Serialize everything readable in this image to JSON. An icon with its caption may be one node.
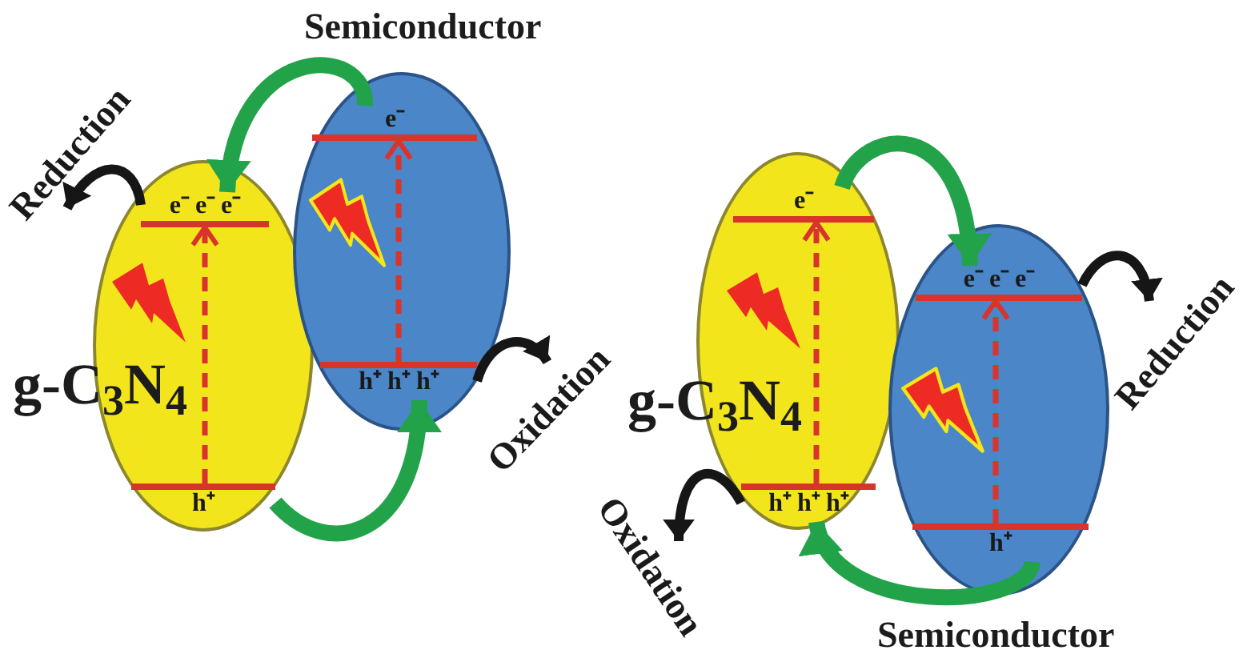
{
  "diagram": {
    "nodes": [
      {
        "text": [
          "Semiconductor"
        ]
      },
      {
        "text": [
          "e⁻"
        ],
        "in": 0
      },
      {
        "text": [
          "g-C$_{3}$N$_{4}$"
        ]
      },
      {
        "text": [
          "e⁻ e⁻ e⁻"
        ],
        "in": 2
      },
      {
        "text": [
          "h⁺ h⁺ h⁺"
        ],
        "in": 0
      },
      {
        "text": [
          "h⁺"
        ],
        "in": 2
      },
      {
        "text": [
          "g-C$_{3}$N$_{4}$"
        ]
      },
      {
        "text": [
          "e⁻"
        ],
        "in": 6
      },
      {
        "text": [
          "Semiconductor"
        ]
      },
      {
        "text": [
          "e⁻ e⁻ e⁻"
        ],
        "in": 8
      },
      {
        "text": [
          "h⁺ h⁺ h⁺"
        ],
        "in": 6
      },
      {
        "text": [
          "h⁺"
        ],
        "in": 8
      }
    ],
    "edges": [
      {
        "from": 5,
        "to": 3,
        "arrow": "to",
        "style": "dashed",
        "color": "#d8342c"
      },
      {
        "from": 4,
        "to": 1,
        "arrow": "to",
        "style": "dashed",
        "color": "#d8342c"
      },
      {
        "from": 1,
        "to": 3,
        "arrow": "to",
        "color": "#22a34a"
      },
      {
        "from": 5,
        "to": 4,
        "arrow": "to",
        "color": "#22a34a"
      },
      {
        "from": 3,
        "to": null,
        "arrow": "to",
        "color": "#161616",
        "label": "Reduction"
      },
      {
        "from": 4,
        "to": null,
        "arrow": "to",
        "color": "#161616",
        "label": "Oxidation"
      },
      {
        "from": 10,
        "to": 7,
        "arrow": "to",
        "style": "dashed",
        "color": "#d8342c"
      },
      {
        "from": 11,
        "to": 9,
        "arrow": "to",
        "style": "dashed",
        "color": "#d8342c"
      },
      {
        "from": 7,
        "to": 9,
        "arrow": "to",
        "color": "#22a34a"
      },
      {
        "from": 11,
        "to": 10,
        "arrow": "to",
        "color": "#22a34a"
      },
      {
        "from": 9,
        "to": null,
        "arrow": "to",
        "color": "#161616",
        "label": "Reduction"
      },
      {
        "from": 10,
        "to": null,
        "arrow": "to",
        "color": "#161616",
        "label": "Oxidation"
      }
    ]
  }
}
